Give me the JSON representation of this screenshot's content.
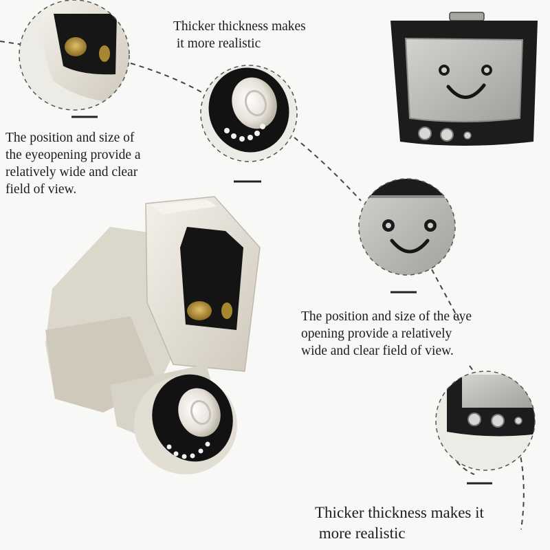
{
  "captions": {
    "top_thickness": {
      "lines": [
        "Thicker thickness makes",
        " it more realistic"
      ]
    },
    "left_eye_opening": {
      "lines": [
        "The position and size of",
        "the eyeopening provide a",
        "relatively wide and clear",
        "field of view."
      ]
    },
    "middle_eye_opening": {
      "lines": [
        "The position and size of the eye",
        "opening provide a relatively",
        "wide and clear field of view."
      ]
    },
    "bottom_thickness": {
      "lines": [
        "Thicker thickness makes it",
        " more realistic"
      ]
    }
  },
  "colors": {
    "background": "#f8f8f6",
    "housing_white": "#e9e5dc",
    "housing_shadow": "#cfc9bc",
    "lens_black": "#141414",
    "lens_amber": "#c8a24a",
    "tv_frame": "#1c1c1c",
    "tv_screen": "#b9bab5",
    "leader_line": "#444444"
  },
  "icons": [
    "camera-illustration",
    "tv-face-illustration",
    "smiley-face-icon"
  ]
}
